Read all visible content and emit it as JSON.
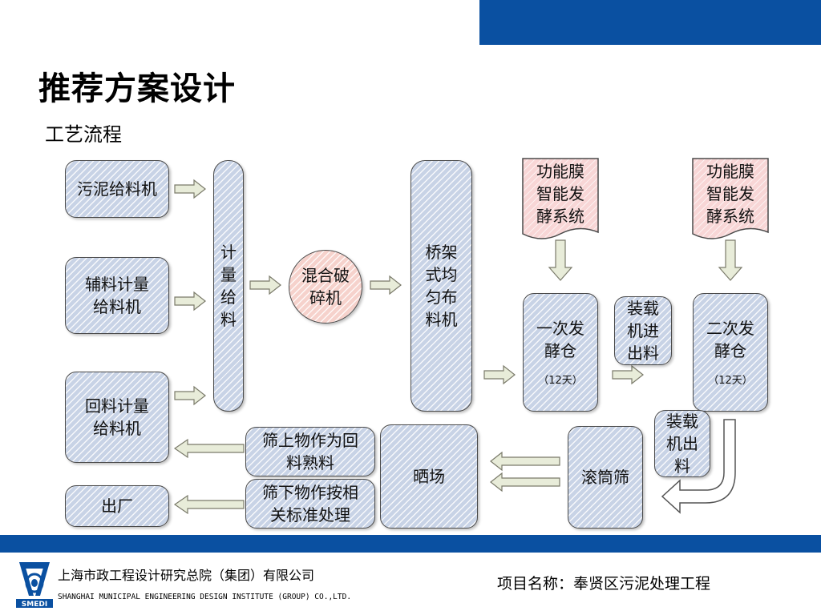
{
  "slide": {
    "title": "推荐方案设计",
    "subtitle": "工艺流程"
  },
  "flow": {
    "sludge_feeder": [
      "污泥给料机"
    ],
    "aux_feeder": [
      "辅料计量",
      "给料机"
    ],
    "return_feeder": [
      "回料计量",
      "给料机"
    ],
    "metering_feeder": [
      "计",
      "量",
      "给",
      "料"
    ],
    "mixer": [
      "混合破",
      "碎机"
    ],
    "distributor": [
      "桥架",
      "式均",
      "匀布",
      "料机"
    ],
    "membrane_1": [
      "功能膜",
      "智能发",
      "酵系统"
    ],
    "membrane_2": [
      "功能膜",
      "智能发",
      "酵系统"
    ],
    "bin_1": [
      "一次发",
      "酵仓"
    ],
    "bin_1_note": "（12天）",
    "loader_in": [
      "装载",
      "机进",
      "出料"
    ],
    "bin_2": [
      "二次发",
      "酵仓"
    ],
    "bin_2_note": "（12天）",
    "loader_out": [
      "装载",
      "机出",
      "料"
    ],
    "screen": [
      "滚筒筛"
    ],
    "drying": [
      "晒场"
    ],
    "oversize": [
      "筛上物作为回",
      "料熟料"
    ],
    "undersize": [
      "筛下物作按相",
      "关标准处理"
    ],
    "exit": [
      "出厂"
    ]
  },
  "footer": {
    "company_cn": "上海市政工程设计研究总院（集团）有限公司",
    "company_en": "SHANGHAI MUNICIPAL ENGINEERING DESIGN INSTITUTE (GROUP) CO.,LTD.",
    "logo_text": "SMEDI",
    "project": "项目名称：奉贤区污泥处理工程"
  },
  "colors": {
    "brand_blue": "#0a50a1",
    "box_fill": "#c8d3e6",
    "pink_fill": "#f8d6d6",
    "arrow_fill": "#e8ecd9"
  },
  "icons": [
    "flow-arrow-icon",
    "u-turn-arrow-icon",
    "smedi-logo-icon"
  ]
}
